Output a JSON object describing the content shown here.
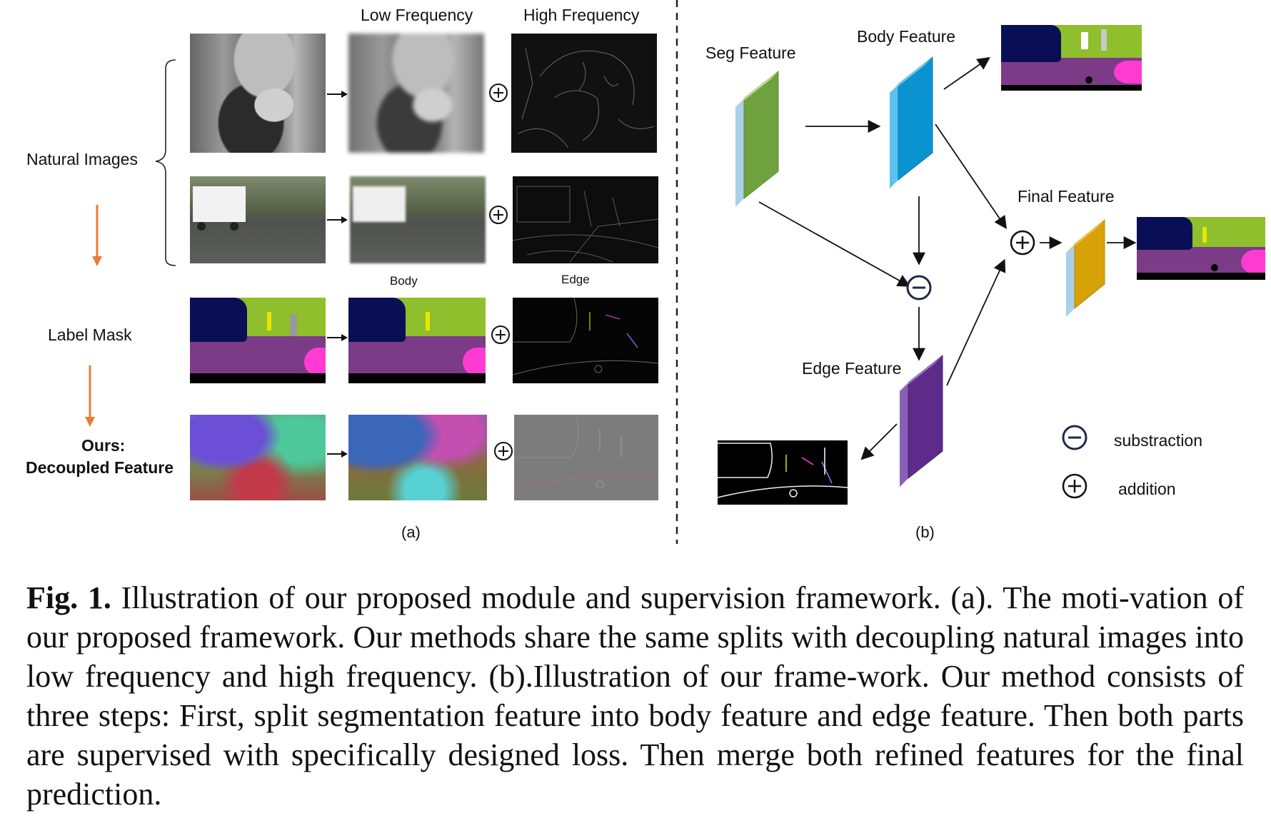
{
  "panel_a": {
    "label": "(a)",
    "col_headers": {
      "low": "Low Frequency",
      "high": "High Frequency"
    },
    "row_sub_headers": {
      "body": "Body",
      "edge": "Edge"
    },
    "row_labels": {
      "natural": "Natural Images",
      "label_mask": "Label Mask",
      "ours_line1": "Ours:",
      "ours_line2": "Decoupled Feature"
    },
    "plus_symbol": "⊕"
  },
  "panel_b": {
    "label": "(b)",
    "seg_feature": "Seg Feature",
    "body_feature": "Body Feature",
    "edge_feature": "Edge Feature",
    "final_feature": "Final Feature",
    "legend": {
      "sub": "substraction",
      "add": "addition"
    },
    "colors": {
      "seg": "#6fa23e",
      "body": "#0a93cf",
      "edge": "#5d2c8a",
      "final": "#d7a207"
    }
  },
  "caption": {
    "fig_label": "Fig. 1.",
    "text": "Illustration of our proposed module and supervision framework. (a). The moti-vation of our proposed framework. Our methods share the same splits with decoupling natural images into low frequency and high frequency. (b).Illustration of our frame-work. Our method consists of three steps: First, split segmentation feature into body feature and edge feature. Then both parts are supervised with specifically designed loss. Then merge both refined features for the final prediction."
  }
}
